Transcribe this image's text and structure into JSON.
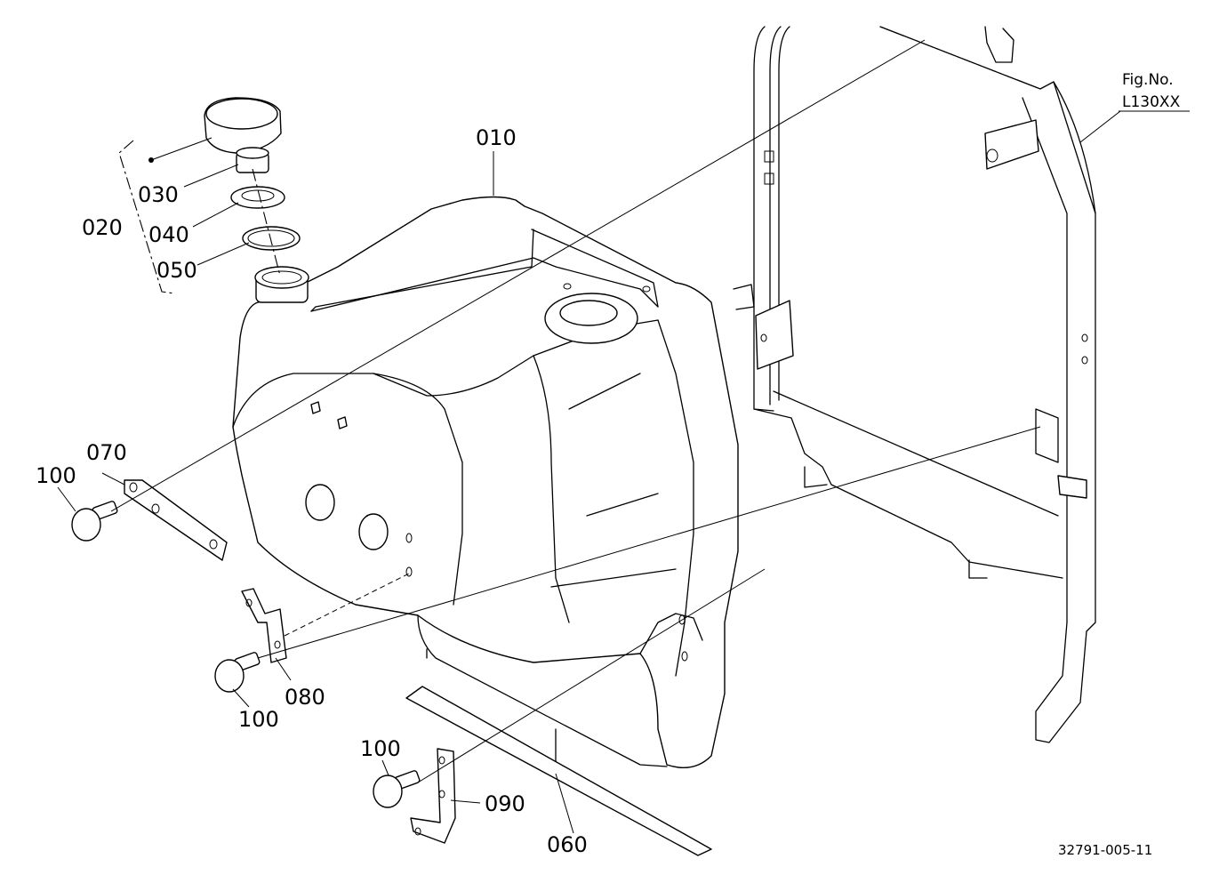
{
  "figure": {
    "ref_line1": "Fig.No.",
    "ref_line2": "L130XX",
    "drawing_code": "32791-005-11"
  },
  "callouts": {
    "p010": "010",
    "p020": "020",
    "p030": "030",
    "p040": "040",
    "p050": "050",
    "p060": "060",
    "p070": "070",
    "p080": "080",
    "p090": "090",
    "p100a": "100",
    "p100b": "100",
    "p100c": "100"
  }
}
